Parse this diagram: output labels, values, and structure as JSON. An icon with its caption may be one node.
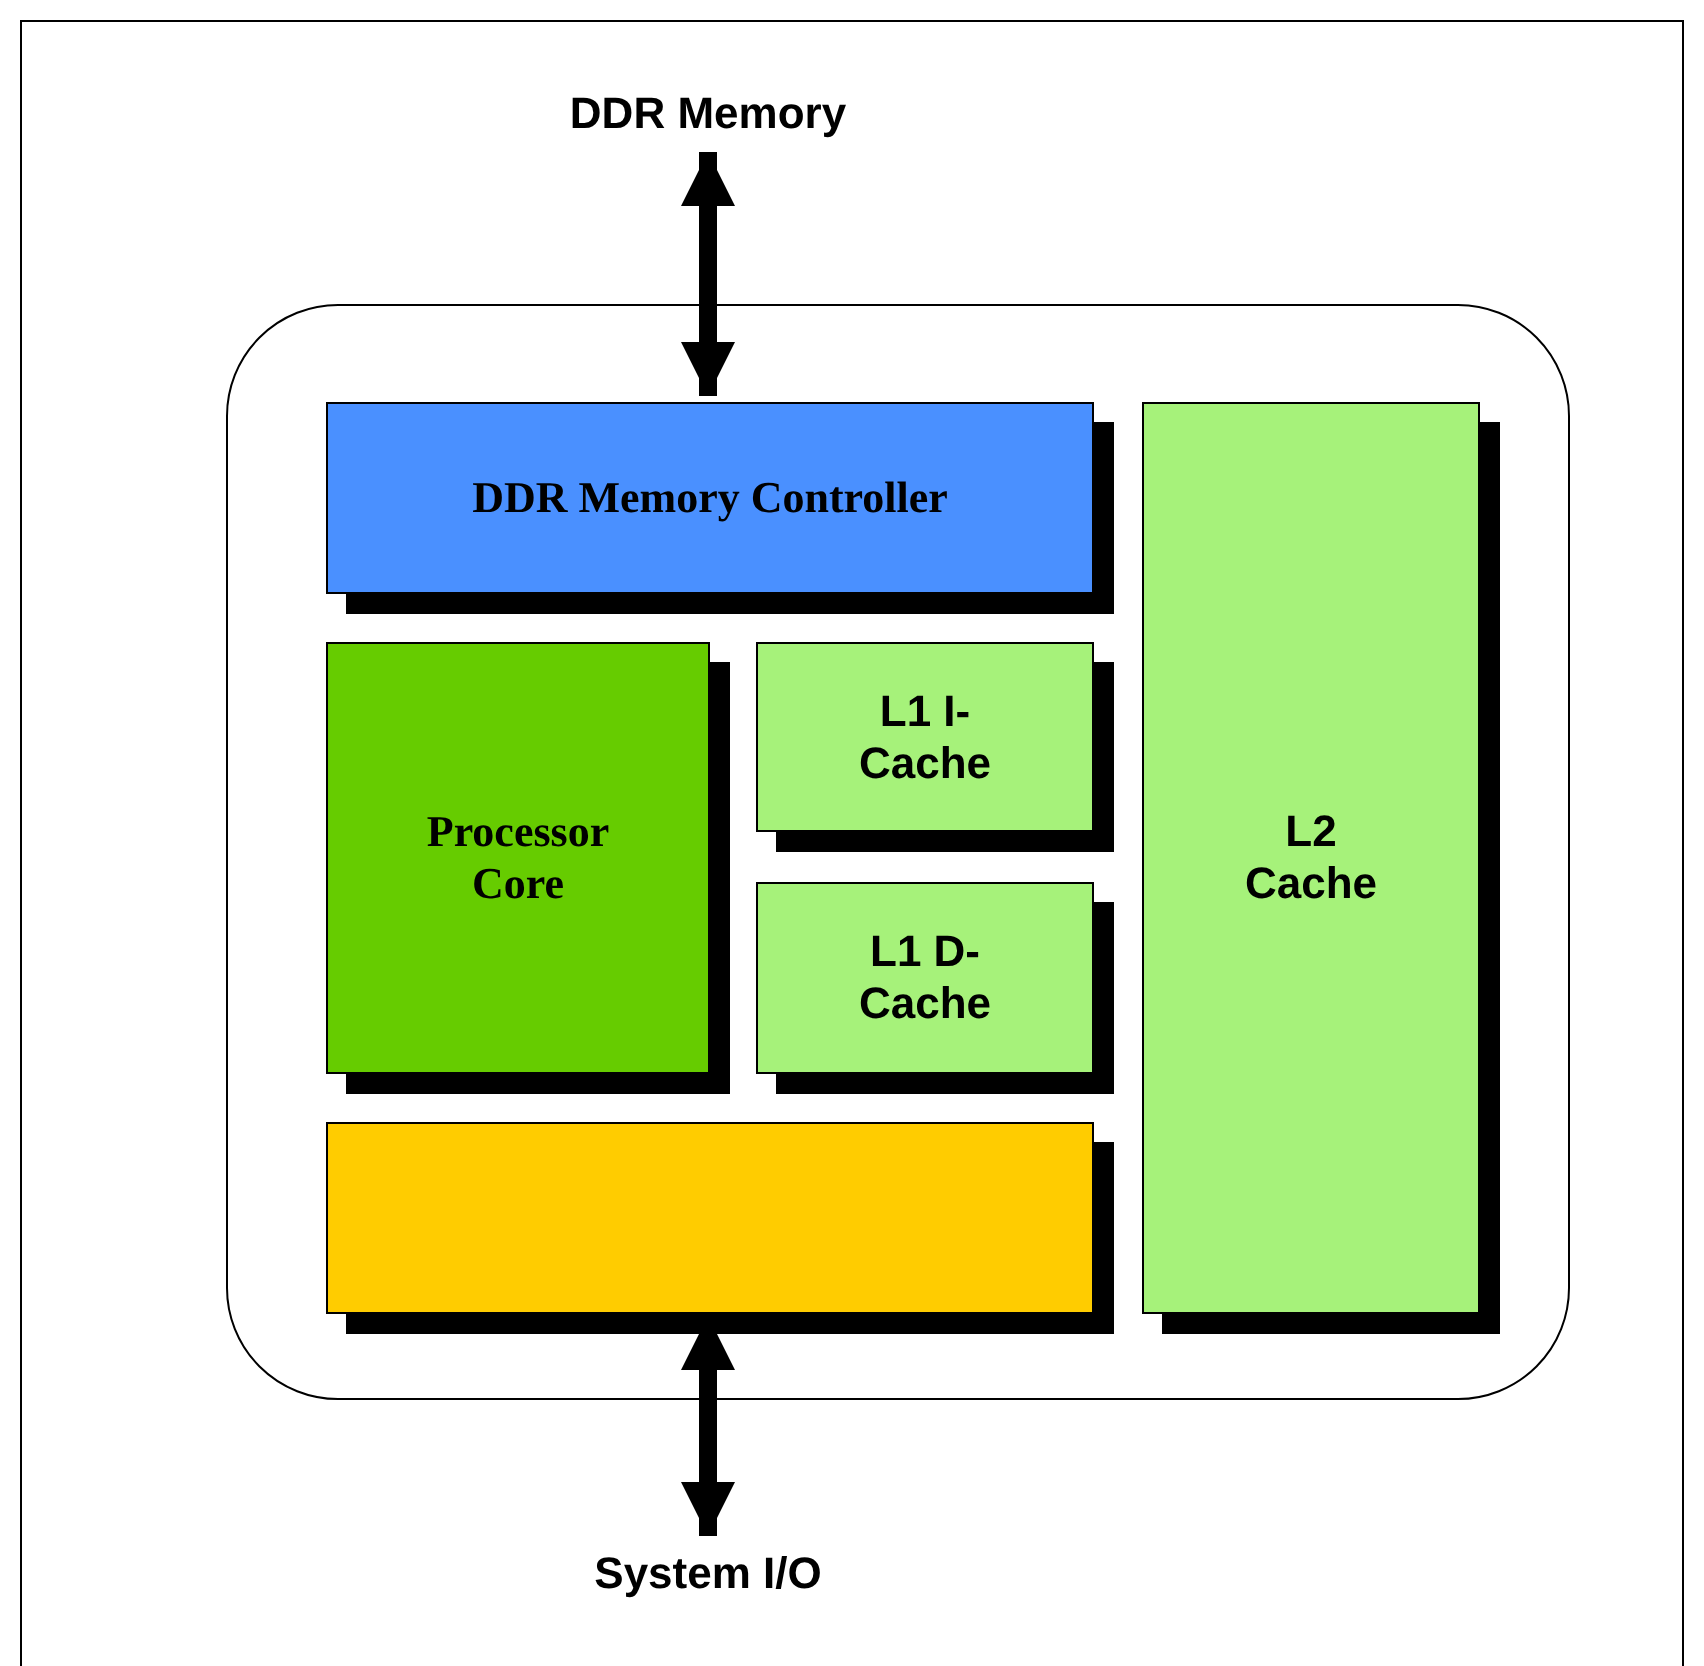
{
  "diagram": {
    "nodes": [
      {
        "text": [
          "DDR Memory"
        ]
      },
      {
        "text": [],
        "shape": "box"
      },
      {
        "text": [
          "DDR Memory Controller"
        ],
        "in": 1
      },
      {
        "text": [
          "Processor Core"
        ],
        "in": 1
      },
      {
        "text": [
          "L1 I-Cache"
        ],
        "in": 1
      },
      {
        "text": [
          "L1 D-Cache"
        ],
        "in": 1
      },
      {
        "text": [
          "L2 Cache"
        ],
        "in": 1
      },
      {
        "text": [],
        "shape": "box",
        "in": 1
      },
      {
        "text": [
          "System I/O"
        ]
      }
    ],
    "edges": [
      {
        "from": 0,
        "to": 2,
        "arrow": "both"
      },
      {
        "from": 7,
        "to": 8,
        "arrow": "both"
      }
    ]
  }
}
